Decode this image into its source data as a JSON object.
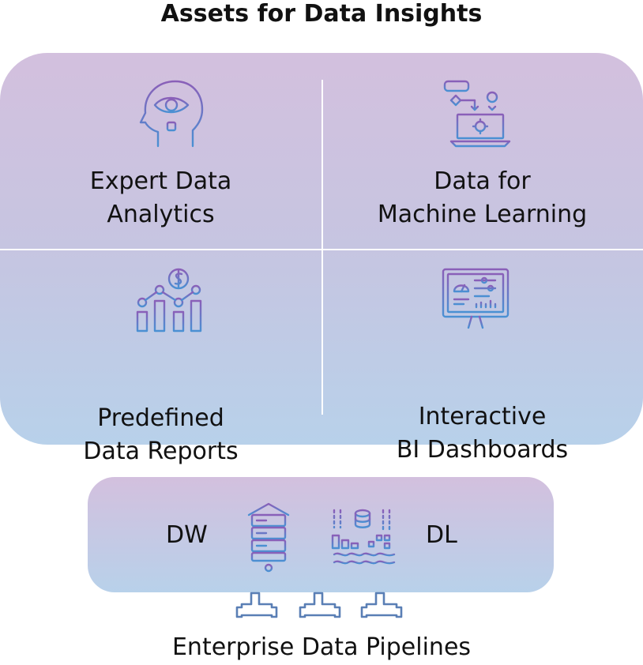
{
  "title": "Assets for Data Insights",
  "quadrants": [
    {
      "line1": "Expert Data",
      "line2": "Analytics",
      "icon": "head-eye-icon"
    },
    {
      "line1": "Data for",
      "line2": "Machine Learning",
      "icon": "laptop-flowchart-icon"
    },
    {
      "line1": "Predefined",
      "line2": "Data Reports",
      "icon": "bar-chart-dollar-icon"
    },
    {
      "line1": "Interactive",
      "line2": "BI Dashboards",
      "icon": "monitor-dashboard-icon"
    }
  ],
  "stores": {
    "left_label": "DW",
    "left_icon": "data-warehouse-icon",
    "right_label": "DL",
    "right_icon": "data-lake-icon"
  },
  "pipes_icon": "pipe-connector-icon",
  "footer": "Enterprise Data Pipelines",
  "colors": {
    "panel_top": "#d3c0de",
    "panel_bottom": "#b8d1ea",
    "icon_purple": "#7b5fb0",
    "icon_blue": "#4a8fd0",
    "pipe_blue": "#5a7fb5"
  }
}
